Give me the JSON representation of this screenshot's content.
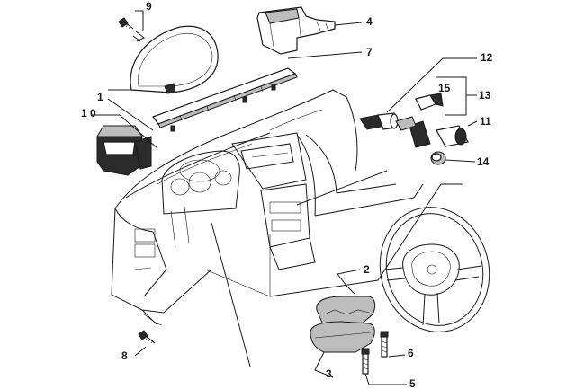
{
  "callouts": {
    "c9": "9",
    "c4": "4",
    "c7": "7",
    "c1": "1",
    "c10": "1 0",
    "c12": "12",
    "c15": "15",
    "c13": "13",
    "c11": "11",
    "c14": "14",
    "c2": "2",
    "c6": "6",
    "c8": "8",
    "c3": "3",
    "c5": "5"
  },
  "colors": {
    "ink": "#1a1a1a",
    "part_dark": "#2b2b2b",
    "part_grey": "#bdbdbd",
    "background": "#ffffff"
  }
}
